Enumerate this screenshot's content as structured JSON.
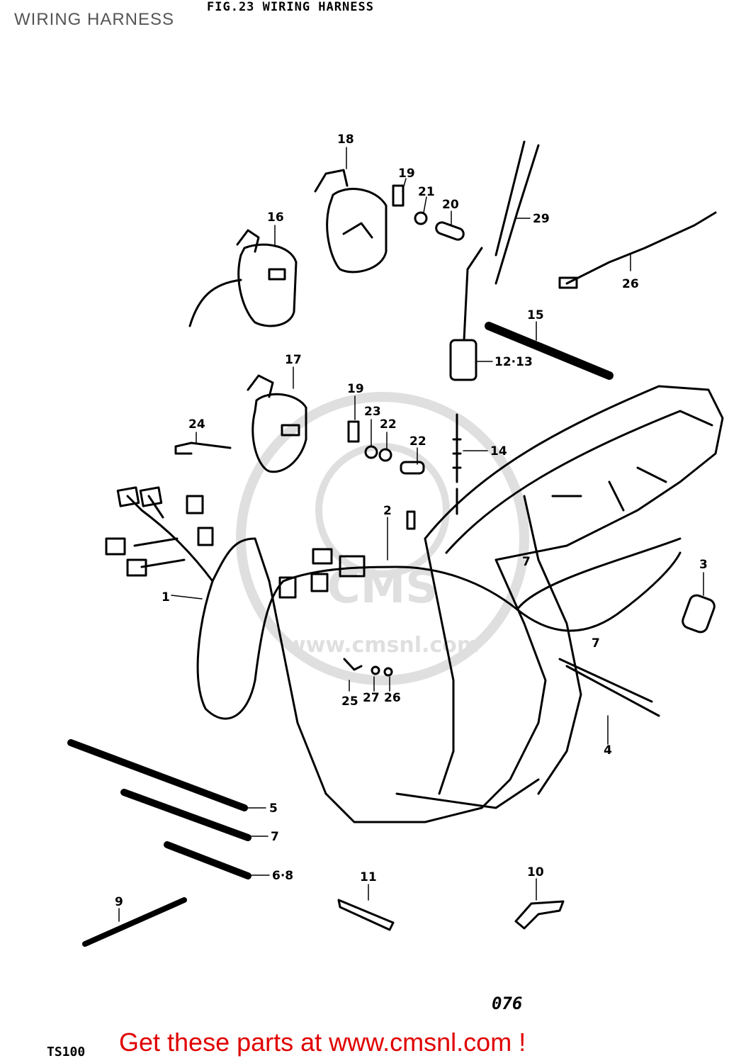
{
  "header": {
    "title": "WIRING HARNESS",
    "figure_title": "FIG.23  WIRING HARNESS"
  },
  "callouts": [
    {
      "id": "c1",
      "label": "1"
    },
    {
      "id": "c2",
      "label": "2"
    },
    {
      "id": "c3",
      "label": "3"
    },
    {
      "id": "c4",
      "label": "4"
    },
    {
      "id": "c5",
      "label": "5"
    },
    {
      "id": "c68",
      "label": "6·8"
    },
    {
      "id": "c7a",
      "label": "7"
    },
    {
      "id": "c7b",
      "label": "7"
    },
    {
      "id": "c7c",
      "label": "7"
    },
    {
      "id": "c9",
      "label": "9"
    },
    {
      "id": "c10",
      "label": "10"
    },
    {
      "id": "c11",
      "label": "11"
    },
    {
      "id": "c1213",
      "label": "12·13"
    },
    {
      "id": "c14",
      "label": "14"
    },
    {
      "id": "c15",
      "label": "15"
    },
    {
      "id": "c16",
      "label": "16"
    },
    {
      "id": "c17",
      "label": "17"
    },
    {
      "id": "c18",
      "label": "18"
    },
    {
      "id": "c19a",
      "label": "19"
    },
    {
      "id": "c19b",
      "label": "19"
    },
    {
      "id": "c20",
      "label": "20"
    },
    {
      "id": "c21",
      "label": "21"
    },
    {
      "id": "c22a",
      "label": "22"
    },
    {
      "id": "c22b",
      "label": "22"
    },
    {
      "id": "c23",
      "label": "23"
    },
    {
      "id": "c24",
      "label": "24"
    },
    {
      "id": "c25",
      "label": "25"
    },
    {
      "id": "c26a",
      "label": "26"
    },
    {
      "id": "c26b",
      "label": "26"
    },
    {
      "id": "c27",
      "label": "27"
    },
    {
      "id": "c29",
      "label": "29"
    }
  ],
  "footer": {
    "model": "TS100",
    "page_code": "076",
    "cta": "Get these parts at www.cmsnl.com !"
  },
  "watermark": {
    "text": "www.cmsnl.com"
  },
  "colors": {
    "cta": "#e00000",
    "ink": "#000000",
    "title": "#555555"
  }
}
